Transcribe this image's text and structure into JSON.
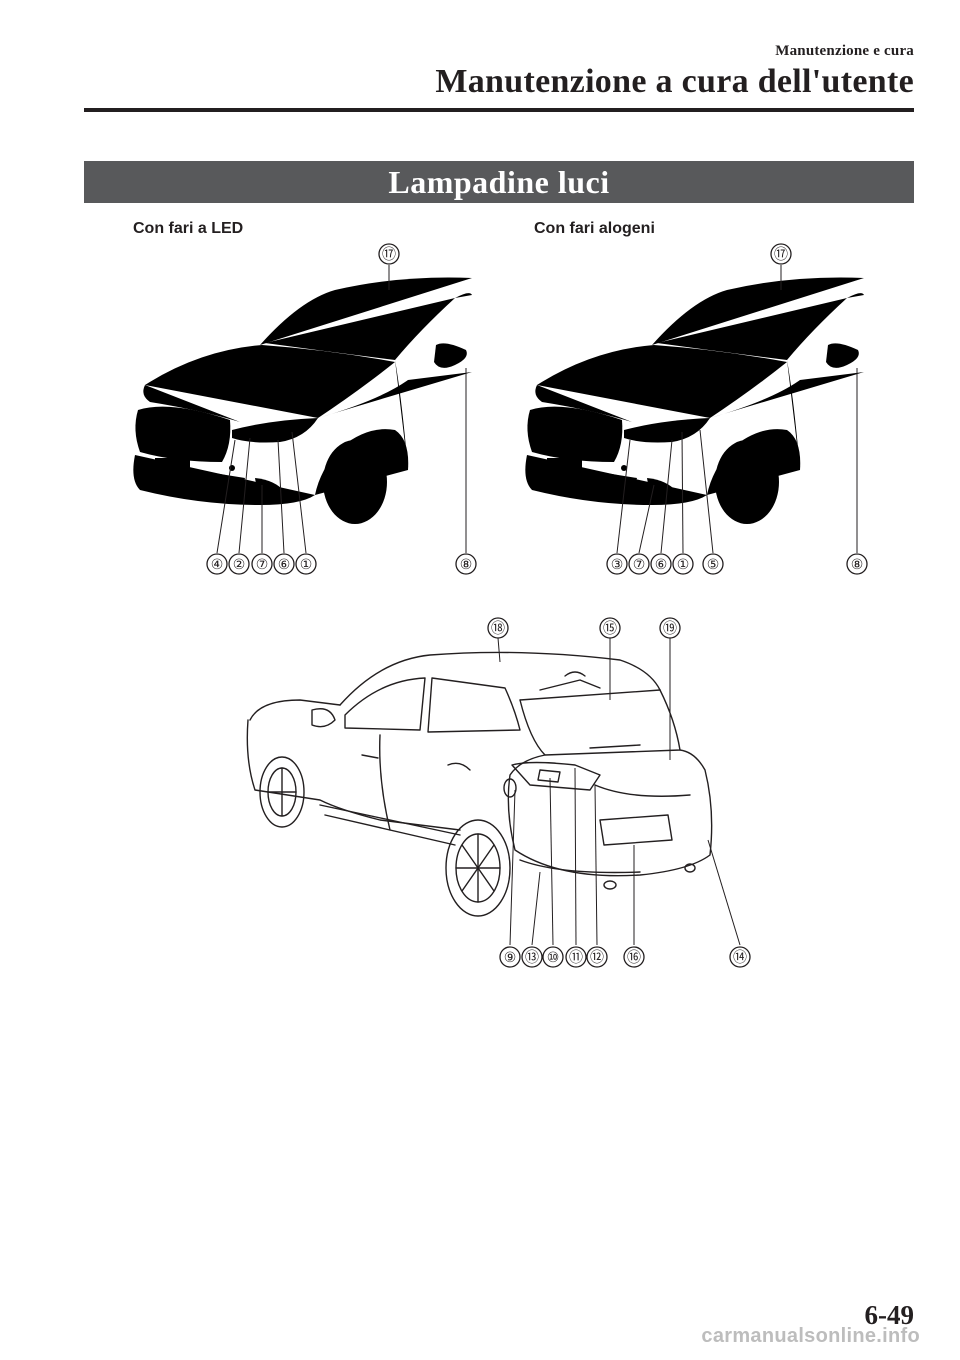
{
  "header": {
    "section": "Manutenzione e cura",
    "title": "Manutenzione a cura dell'utente"
  },
  "title_bar": "Lampadine luci",
  "figures": {
    "led_label": "Con fari a LED",
    "halogen_label": "Con fari alogeni",
    "led_callouts": [
      "⑰",
      "④",
      "②",
      "⑦",
      "⑥",
      "①",
      "⑧"
    ],
    "halogen_callouts": [
      "⑰",
      "③",
      "⑦",
      "⑥",
      "①",
      "⑤",
      "⑧"
    ],
    "rear_callouts": [
      "⑱",
      "⑮",
      "⑲",
      "⑨",
      "⑬",
      "⑩",
      "⑪",
      "⑫",
      "⑯",
      "⑭"
    ]
  },
  "page_number": "6-49",
  "watermark": "carmanualsonline.info"
}
